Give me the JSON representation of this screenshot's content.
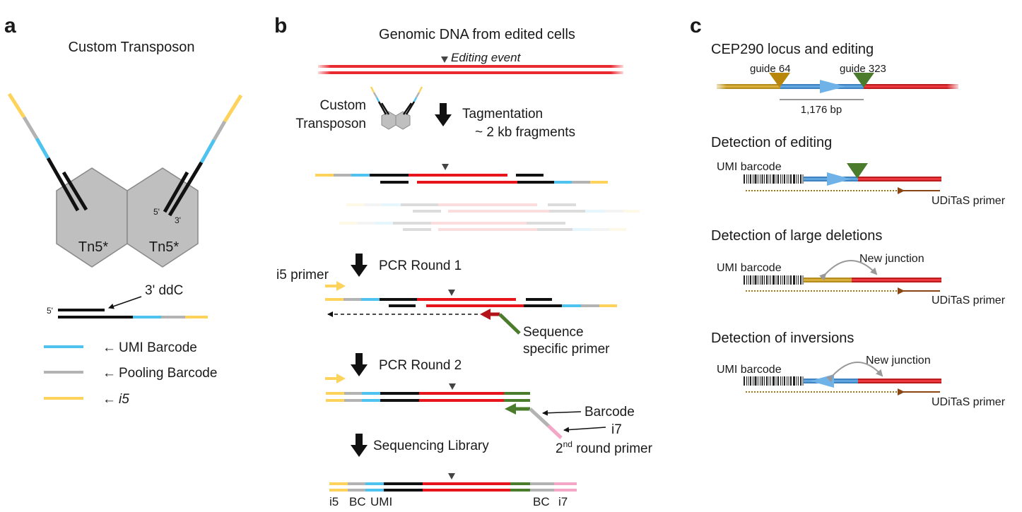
{
  "colors": {
    "umi": "#4fc3ef",
    "pooling": "#b3b3b3",
    "i5": "#fdd35c",
    "dna": "#e8141b",
    "black": "#111111",
    "green": "#4a7c2c",
    "darkred": "#b3141b",
    "pink": "#f4a6c6",
    "gold": "#b8860b",
    "hexagon": "#bfbfbf",
    "brown": "#8b4513"
  },
  "panel_a": {
    "letter": "a",
    "title": "Custom Transposon",
    "protein_label_1": "Tn5*",
    "protein_label_2": "Tn5*",
    "end_5prime": "5'",
    "end_3prime": "3'",
    "strand_5prime": "5'",
    "ddc_label": "3' ddC",
    "legend": [
      {
        "label": "UMI Barcode",
        "color_key": "umi"
      },
      {
        "label": "Pooling Barcode",
        "color_key": "pooling"
      },
      {
        "label": "i5",
        "color_key": "i5"
      }
    ],
    "legend_arrow": "←"
  },
  "panel_b": {
    "letter": "b",
    "title": "Genomic DNA from edited cells",
    "editing_event": "Editing event",
    "custom_transposon_1": "Custom",
    "custom_transposon_2": "Transposon",
    "step_tagmentation": "Tagmentation",
    "step_fragments": "~ 2 kb fragments",
    "step_pcr1": "PCR Round 1",
    "i5_primer": "i5 primer",
    "sequence_specific_1": "Sequence",
    "sequence_specific_2": "specific primer",
    "step_pcr2": "PCR Round 2",
    "barcode": "Barcode",
    "i7": "i7",
    "round_primer_prefix": "2",
    "round_primer_sup": "nd",
    "round_primer_suffix": " round primer",
    "step_library": "Sequencing Library",
    "library_labels": {
      "i5": "i5",
      "bc_left": "BC",
      "umi": "UMI",
      "bc_right": "BC",
      "i7": "i7"
    }
  },
  "panel_c": {
    "letter": "c",
    "locus_title": "CEP290 locus and editing",
    "guide_left": "guide 64",
    "guide_right": "guide 323",
    "distance": "1,176 bp",
    "sections": [
      {
        "title": "Detection of editing",
        "umi": "UMI barcode",
        "primer": "UDiTaS primer",
        "junction": ""
      },
      {
        "title": "Detection of large deletions",
        "umi": "UMI barcode",
        "primer": "UDiTaS primer",
        "junction": "New junction"
      },
      {
        "title": "Detection of inversions",
        "umi": "UMI barcode",
        "primer": "UDiTaS primer",
        "junction": "New junction"
      }
    ]
  }
}
